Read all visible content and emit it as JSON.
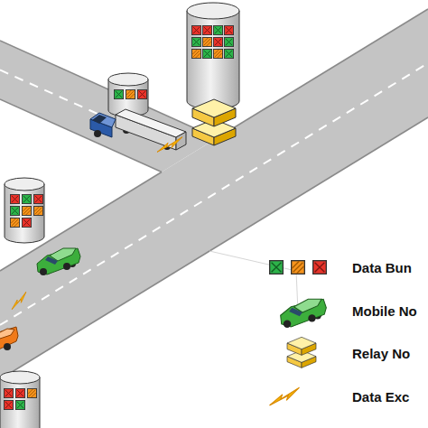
{
  "diagram": {
    "legend": [
      {
        "text": "Data Bun"
      },
      {
        "text": "Mobile No"
      },
      {
        "text": "Relay No"
      },
      {
        "text": "Data Exc"
      }
    ]
  }
}
